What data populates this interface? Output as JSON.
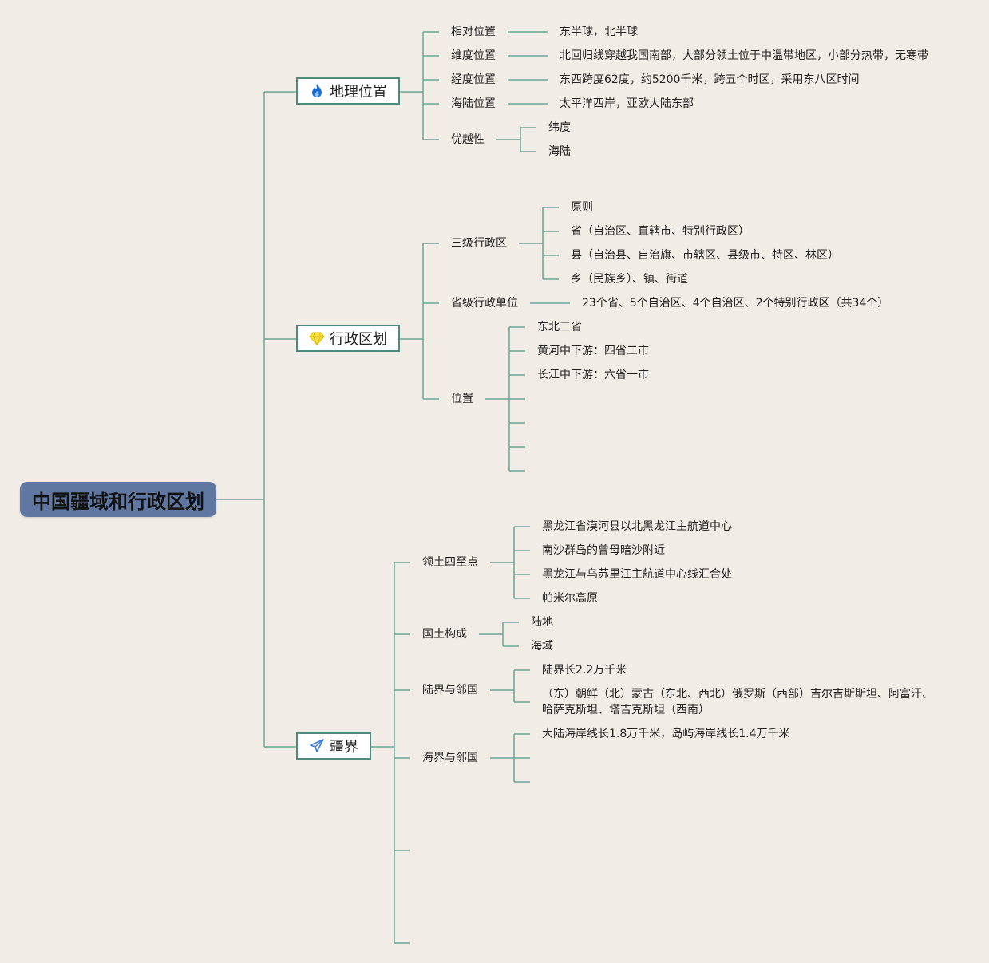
{
  "root": {
    "title": "中国疆域和行政区划"
  },
  "branches": {
    "geo": {
      "label": "地理位置",
      "icon": "fire-icon",
      "relative": {
        "label": "相对位置",
        "value": "东半球，北半球"
      },
      "latitude": {
        "label": "维度位置",
        "value": "北回归线穿越我国南部，大部分领土位于中温带地区，小部分热带，无寒带"
      },
      "longitude": {
        "label": "经度位置",
        "value": "东西跨度62度，约5200千米，跨五个时区，采用东八区时间"
      },
      "sealand": {
        "label": "海陆位置",
        "value": "太平洋西岸，亚欧大陆东部"
      },
      "advantage": {
        "label": "优越性",
        "items": [
          "纬度",
          "海陆"
        ]
      }
    },
    "admin": {
      "label": "行政区划",
      "icon": "diamond-icon",
      "three_level": {
        "label": "三级行政区",
        "items": [
          "原则",
          "省（自治区、直辖市、特别行政区）",
          "县（自治县、自治旗、市辖区、县级市、特区、林区）",
          "乡（民族乡）、镇、街道"
        ]
      },
      "provincial": {
        "label": "省级行政单位",
        "value": "23个省、5个自治区、4个自治区、2个特别行政区（共34个）"
      },
      "position": {
        "label": "位置",
        "items": [
          "东北三省",
          "黄河中下游：四省二市",
          "长江中下游：六省一市"
        ]
      }
    },
    "border": {
      "label": "疆界",
      "icon": "paper-plane-icon",
      "extremes": {
        "label": "领土四至点",
        "items": [
          "黑龙江省漠河县以北黑龙江主航道中心",
          "南沙群岛的曾母暗沙附近",
          "黑龙江与乌苏里江主航道中心线汇合处",
          "帕米尔高原"
        ]
      },
      "territory": {
        "label": "国土构成",
        "items": [
          "陆地",
          "海域"
        ]
      },
      "land": {
        "label": "陆界与邻国",
        "items": [
          "陆界长2.2万千米",
          "（东）朝鲜（北）蒙古（东北、西北）俄罗斯（西部）吉尔吉斯斯坦、阿富汗、",
          "哈萨克斯坦、塔吉克斯坦（西南）"
        ]
      },
      "sea": {
        "label": "海界与邻国",
        "items": [
          "大陆海岸线长1.8万千米，岛屿海岸线长1.4万千米"
        ]
      }
    }
  },
  "colors": {
    "line": "#5a9a8c",
    "root_bg": "#5f77a1",
    "background": "#f1ece6"
  }
}
